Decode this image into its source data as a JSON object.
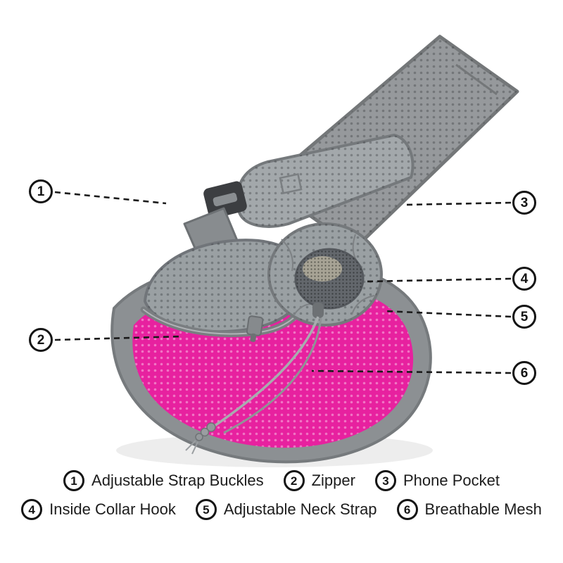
{
  "colors": {
    "bag_pink": "#e7219f",
    "strap_gray": "#96999c",
    "line_black": "#1b1b1b"
  },
  "callouts": [
    {
      "num": "1",
      "label": "Adjustable Strap Buckles"
    },
    {
      "num": "2",
      "label": "Zipper"
    },
    {
      "num": "3",
      "label": "Phone Pocket"
    },
    {
      "num": "4",
      "label": "Inside Collar Hook"
    },
    {
      "num": "5",
      "label": "Adjustable Neck Strap"
    },
    {
      "num": "6",
      "label": "Breathable Mesh"
    }
  ]
}
